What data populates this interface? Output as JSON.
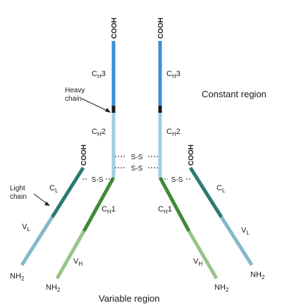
{
  "colors": {
    "ch3": "#3d8fd6",
    "ch2": "#9fcde3",
    "hinge": "#1a1a1a",
    "ch1": "#3f8a3a",
    "vh": "#98c48a",
    "cl": "#2d7a70",
    "vl": "#86b9c8",
    "line": "#1a1a1a"
  },
  "labels": {
    "cooh": "COOH",
    "nh2_base": "NH",
    "nh2_sub": "2",
    "disulfide": "S-S",
    "heavy_chain_line1": "Heavy",
    "heavy_chain_line2": "chain",
    "light_chain_line1": "Light",
    "light_chain_line2": "chain",
    "constant_region": "Constant region",
    "variable_region": "Variable region",
    "c": "C",
    "v": "V",
    "sub_h": "H",
    "sub_l": "L",
    "three": "3",
    "two": "2",
    "one": "1"
  }
}
